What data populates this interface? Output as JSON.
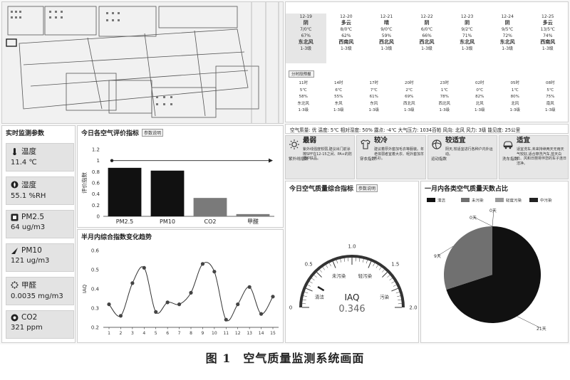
{
  "caption": "图 1　空气质量监测系统画面",
  "weather": {
    "days": [
      {
        "date": "12-19",
        "cond": "阴",
        "temp": "7/0℃",
        "hum": "67%",
        "wind": "东北风",
        "level": "1-3级"
      },
      {
        "date": "12-20",
        "cond": "多云",
        "temp": "8/0℃",
        "hum": "62%",
        "wind": "西南风",
        "level": "1-3级"
      },
      {
        "date": "12-21",
        "cond": "晴",
        "temp": "9/0℃",
        "hum": "59%",
        "wind": "西北风",
        "level": "1-3级"
      },
      {
        "date": "12-22",
        "cond": "阴",
        "temp": "6/0℃",
        "hum": "66%",
        "wind": "西北风",
        "level": "1-3级"
      },
      {
        "date": "12-23",
        "cond": "阴",
        "temp": "9/2℃",
        "hum": "71%",
        "wind": "东北风",
        "level": "1-3级"
      },
      {
        "date": "12-24",
        "cond": "阴",
        "temp": "9/5℃",
        "hum": "72%",
        "wind": "东北风",
        "level": "1-3级"
      },
      {
        "date": "12-25",
        "cond": "多云",
        "temp": "13/5℃",
        "hum": "74%",
        "wind": "西南风",
        "level": "1-3级"
      }
    ],
    "hourly_tab": "分时段预报",
    "hours": [
      {
        "time": "11时",
        "temp": "5℃",
        "hum": "58%",
        "wind": "东北风",
        "level": "1-3级"
      },
      {
        "time": "14时",
        "temp": "6℃",
        "hum": "55%",
        "wind": "东风",
        "level": "1-3级"
      },
      {
        "time": "17时",
        "temp": "7℃",
        "hum": "61%",
        "wind": "东风",
        "level": "1-3级"
      },
      {
        "time": "20时",
        "temp": "2℃",
        "hum": "69%",
        "wind": "西北风",
        "level": "1-3级"
      },
      {
        "time": "23时",
        "temp": "1℃",
        "hum": "78%",
        "wind": "西北风",
        "level": "1-3级"
      },
      {
        "time": "02时",
        "temp": "0℃",
        "hum": "82%",
        "wind": "北风",
        "level": "1-3级"
      },
      {
        "time": "05时",
        "temp": "1℃",
        "hum": "80%",
        "wind": "北风",
        "level": "1-3级"
      },
      {
        "time": "08时",
        "temp": "5℃",
        "hum": "75%",
        "wind": "南风",
        "level": "1-3级"
      }
    ]
  },
  "air_line": "空气质量: 优  温度: 5℃  相对湿度: 50%  露点: -4℃  大气压力: 1034百帕  风向: 北风  风力: 3级  能见度: 25公里",
  "tips": [
    {
      "name": "最弱",
      "desc": "紫外线强度较弱,建议出门前涂擦SPF在12-15之间、PA+的防晒护肤品。",
      "label": "紫外线指数",
      "icon": "sun-icon"
    },
    {
      "name": "较冷",
      "desc": "建议着厚外套加毛衣等服装。年老体弱者宜着大衣、呢外套加羊毛衫。",
      "label": "穿衣指数",
      "icon": "shirt-icon"
    },
    {
      "name": "较适宜",
      "desc": "阴天,较适宜进行各种户内外运动。",
      "label": "运动指数",
      "icon": "ball-icon"
    },
    {
      "name": "适宜",
      "desc": "适宜洗车,未来持续两天无雨天气较好,适合擦洗汽车,蓝天白云、风和日丽将伴您的车子连日洁净。",
      "label": "洗车指数",
      "icon": "car-icon"
    }
  ],
  "realtime": {
    "title": "实时监测参数",
    "items": [
      {
        "name": "温度",
        "value": "11.4 ℃",
        "icon": "thermometer-icon"
      },
      {
        "name": "湿度",
        "value": "55.1 %RH",
        "icon": "humidity-icon"
      },
      {
        "name": "PM2.5",
        "value": "64 ug/m3",
        "icon": "pm25-icon"
      },
      {
        "name": "PM10",
        "value": "121 ug/m3",
        "icon": "pm10-icon"
      },
      {
        "name": "甲醛",
        "value": "0.0035 mg/m3",
        "icon": "formaldehyde-icon"
      },
      {
        "name": "CO2",
        "value": "321 ppm",
        "icon": "co2-icon"
      }
    ]
  },
  "panels": {
    "eval_title": "今日各空气评价指标",
    "eval_btn": "参数说明",
    "trend_title": "半月内综合指数变化趋势",
    "gauge_title": "今日空气质量综合指标",
    "gauge_btn": "参数说明",
    "pie_title": "一月内各类空气质量天数占比"
  },
  "chart_data": [
    {
      "type": "bar",
      "categories": [
        "PM2.5",
        "PM10",
        "CO2",
        "甲醛"
      ],
      "values": [
        0.87,
        0.82,
        0.33,
        0.04
      ],
      "ylabel": "评价指数",
      "ylim": [
        0,
        1.2
      ],
      "yticks": [
        "0",
        "0.2",
        "0.4",
        "0.6",
        "0.8",
        "1",
        "1.2"
      ],
      "colors": [
        "#111111",
        "#111111",
        "#7a7a7a",
        "#7a7a7a"
      ]
    },
    {
      "type": "line",
      "x": [
        1,
        2,
        3,
        4,
        5,
        6,
        7,
        8,
        9,
        10,
        11,
        12,
        13,
        14,
        15
      ],
      "values": [
        0.32,
        0.26,
        0.43,
        0.51,
        0.28,
        0.33,
        0.32,
        0.38,
        0.53,
        0.49,
        0.24,
        0.32,
        0.41,
        0.27,
        0.36
      ],
      "ylabel": "IAQ",
      "ylim": [
        0.2,
        0.6
      ],
      "yticks": [
        "0.2",
        "0.3",
        "0.4",
        "0.5",
        "0.6"
      ]
    },
    {
      "type": "gauge",
      "value": 0.346,
      "label": "IAQ",
      "value_text": "0.346",
      "range": [
        0,
        2.0
      ],
      "ticks": [
        "0",
        "0.5",
        "1.0",
        "1.5",
        "2.0"
      ],
      "zones": [
        "清洁",
        "未污染",
        "轻污染",
        "污染"
      ]
    },
    {
      "type": "pie",
      "categories": [
        "清洁",
        "未污染",
        "轻度污染",
        "中污染"
      ],
      "values": [
        21,
        9,
        0,
        0
      ],
      "slice_labels": [
        "21天",
        "9天",
        "0天",
        "0天"
      ],
      "colors": [
        "#111111",
        "#707070",
        "#9a9a9a",
        "#222222"
      ]
    }
  ]
}
